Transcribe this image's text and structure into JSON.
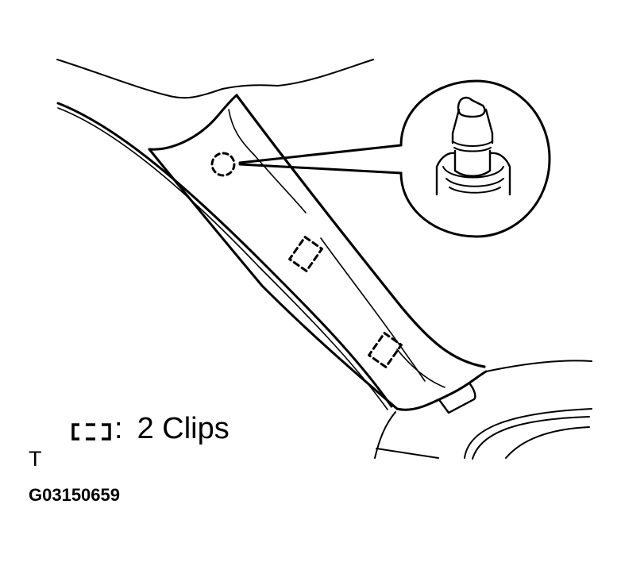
{
  "diagram": {
    "type": "technical-illustration",
    "subject": "Pillar garnish with clip locations and detail of clip stud",
    "legend": {
      "symbol": "dashed-rectangle clip symbol",
      "separator": ":",
      "label": "2 Clips"
    },
    "view_mark": "T",
    "figure_id": "G03150659",
    "callouts": [
      {
        "name": "clip-stud-detail",
        "description": "Magnified circle showing clip stud",
        "marker": "dashed circle"
      }
    ],
    "clip_markers": 2,
    "colors": {
      "line": "#000000",
      "background": "#ffffff"
    }
  }
}
